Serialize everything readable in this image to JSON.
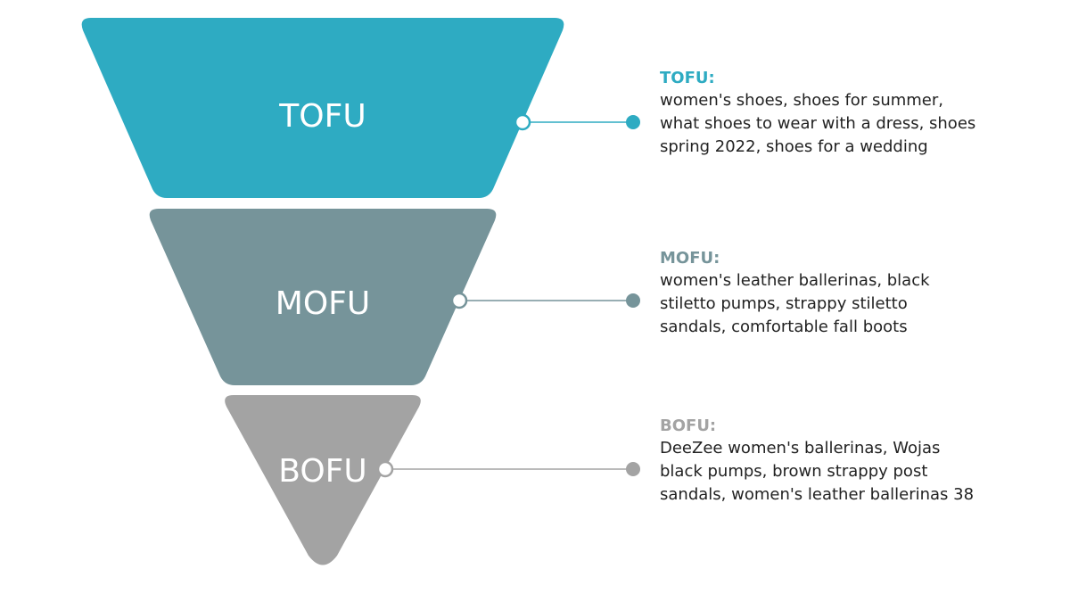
{
  "colors": {
    "tofu": "#2eabc2",
    "mofu": "#76949a",
    "bofu": "#a3a3a3"
  },
  "stages": [
    {
      "id": "tofu",
      "label": "TOFU",
      "title": "TOFU:",
      "text": "women's shoes, shoes for summer,\nwhat shoes to wear with a dress, shoes\nspring 2022, shoes for a wedding"
    },
    {
      "id": "mofu",
      "label": "MOFU",
      "title": "MOFU:",
      "text": "women's leather ballerinas, black\nstiletto pumps, strappy stiletto\nsandals, comfortable fall boots"
    },
    {
      "id": "bofu",
      "label": "BOFU",
      "title": "BOFU:",
      "text": "DeeZee women's ballerinas, Wojas\nblack pumps, brown strappy post\nsandals, women's leather ballerinas 38"
    }
  ]
}
